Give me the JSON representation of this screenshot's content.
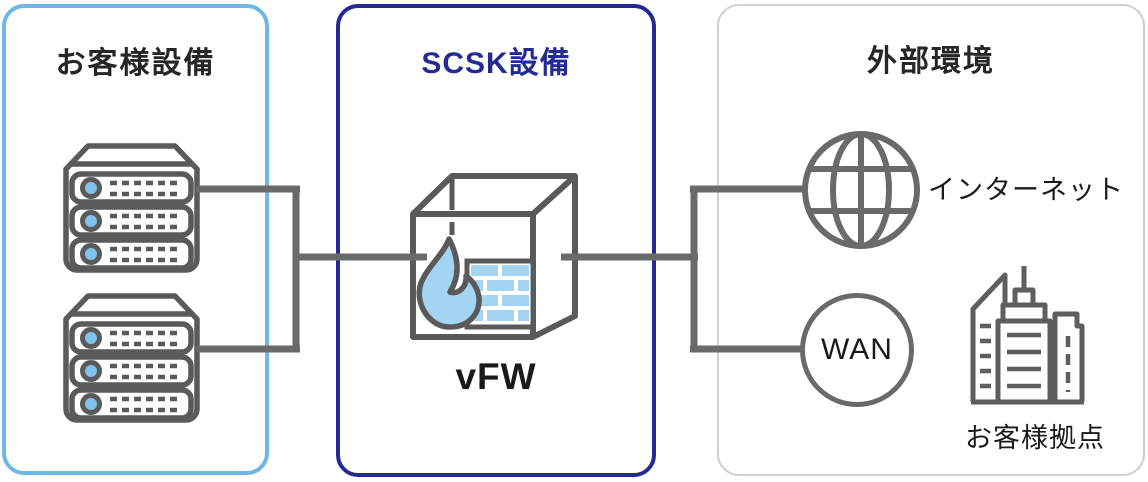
{
  "left_panel": {
    "title": "お客様設備",
    "icons": [
      "server-icon",
      "server-icon"
    ]
  },
  "center_panel": {
    "title": "SCSK設備",
    "device_label": "vFW",
    "icon": "firewall-cube-icon"
  },
  "right_panel": {
    "title": "外部環境",
    "internet_label": "インターネット",
    "wan_label": "WAN",
    "site_label": "お客様拠点",
    "icons": [
      "globe-icon",
      "wan-circle",
      "buildings-icon"
    ]
  },
  "connections": [
    {
      "from": "server-1",
      "to": "vFW"
    },
    {
      "from": "server-2",
      "to": "vFW"
    },
    {
      "from": "vFW",
      "to": "internet"
    },
    {
      "from": "vFW",
      "to": "WAN"
    }
  ],
  "colors": {
    "left_panel_border": "#6FB8E5",
    "center_panel_border": "#242A93",
    "right_panel_border": "#CFCFCF",
    "connection_line": "#6A6A6A",
    "icon_stroke": "#5A5A5A",
    "accent_light_blue": "#A3D4F2",
    "server_led_blue": "#7FC2EA",
    "title_navy": "#242A93",
    "text_dark": "#262626"
  }
}
